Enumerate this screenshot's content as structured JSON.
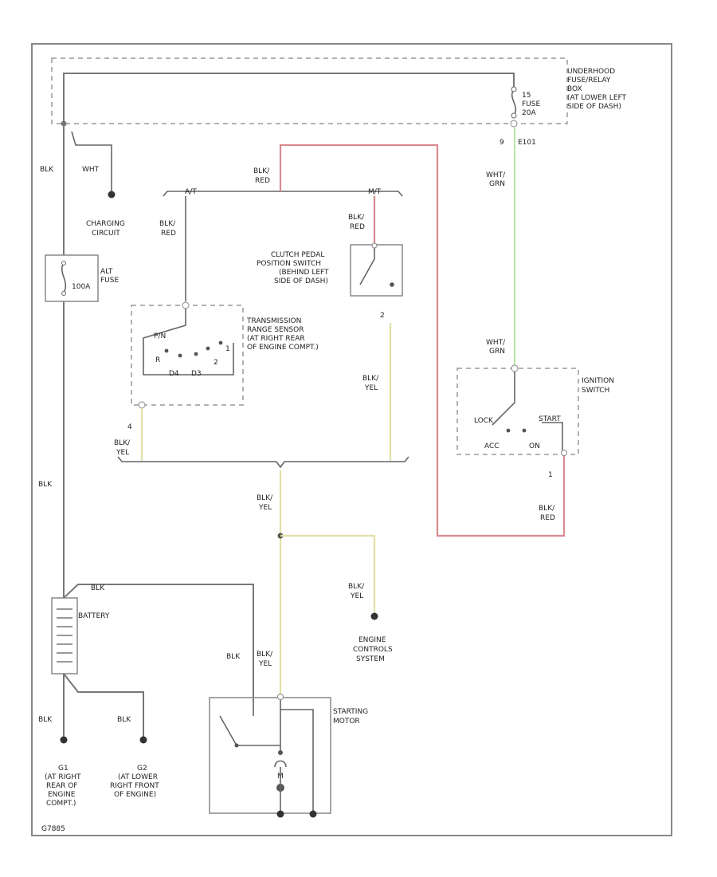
{
  "fuse_box": {
    "label_1": "UNDERHOOD",
    "label_2": "FUSE/RELAY",
    "label_3": "BOX",
    "label_4": "(AT LOWER LEFT",
    "label_5": "SIDE OF DASH)"
  },
  "fuse_15": {
    "number": "15",
    "label": "FUSE",
    "amps": "20A"
  },
  "connector_e101": {
    "pin": "9",
    "name": "E101"
  },
  "alt_fuse": {
    "label_1": "ALT",
    "label_2": "FUSE",
    "rating": "100A"
  },
  "charging": {
    "wire": "WHT",
    "label_1": "CHARGING",
    "label_2": "CIRCUIT"
  },
  "wires": {
    "blk_top": "BLK",
    "blk_mid": "BLK",
    "blk_batt": "BLK",
    "blk_starter": "BLK",
    "blk_c1": "BLK",
    "blk_c2": "BLK",
    "blk_red_top_1": "BLK/",
    "blk_red_top_2": "RED",
    "blk_red_at_1": "BLK/",
    "blk_red_at_2": "RED",
    "blk_red_mt_1": "BLK/",
    "blk_red_mt_2": "RED",
    "wht_grn_top_1": "WHT/",
    "wht_grn_top_2": "GRN",
    "wht_grn_ign_1": "WHT/",
    "wht_grn_ign_2": "GRN",
    "blk_red_ign_1": "BLK/",
    "blk_red_ign_2": "RED",
    "blk_yel_left_1": "BLK/",
    "blk_yel_left_2": "YEL",
    "blk_yel_right_1": "BLK/",
    "blk_yel_right_2": "YEL",
    "blk_yel_center_1": "BLK/",
    "blk_yel_center_2": "YEL",
    "blk_yel_ecs_1": "BLK/",
    "blk_yel_ecs_2": "YEL",
    "blk_yel_starter_1": "BLK/",
    "blk_yel_starter_2": "YEL"
  },
  "bus_labels": {
    "at": "A/T",
    "mt": "M/T"
  },
  "clutch_switch": {
    "l1": "CLUTCH PEDAL",
    "l2": "POSITION SWITCH",
    "l3": "(BEHIND LEFT",
    "l4": "SIDE OF DASH)",
    "pin": "2"
  },
  "trans_sensor": {
    "l1": "TRANSMISSION",
    "l2": "RANGE SENSOR",
    "l3": "(AT RIGHT REAR",
    "l4": "OF ENGINE COMPT.)",
    "pin": "4",
    "pos_pn": "P/N",
    "pos_r": "R",
    "pos_d4": "D4",
    "pos_d3": "D3",
    "pos_2": "2",
    "pos_1": "1"
  },
  "ignition": {
    "l1": "IGNITION",
    "l2": "SWITCH",
    "lock": "LOCK",
    "start": "START",
    "acc": "ACC",
    "on": "ON",
    "pin": "1"
  },
  "battery": {
    "label": "BATTERY"
  },
  "engine_controls": {
    "l1": "ENGINE",
    "l2": "CONTROLS",
    "l3": "SYSTEM"
  },
  "starter": {
    "l1": "STARTING",
    "l2": "MOTOR",
    "m": "M"
  },
  "ground_g1": {
    "name": "G1",
    "l1": "(AT RIGHT",
    "l2": "REAR OF",
    "l3": "ENGINE",
    "l4": "COMPT.)"
  },
  "ground_g2": {
    "name": "G2",
    "l1": "(AT LOWER",
    "l2": "RIGHT FRONT",
    "l3": "OF ENGINE)"
  },
  "footer": {
    "code": "G7885"
  },
  "colors": {
    "red": "#d98a8f",
    "green": "#b8e4a4",
    "yellow": "#e2e0a6",
    "black": "#777777"
  }
}
